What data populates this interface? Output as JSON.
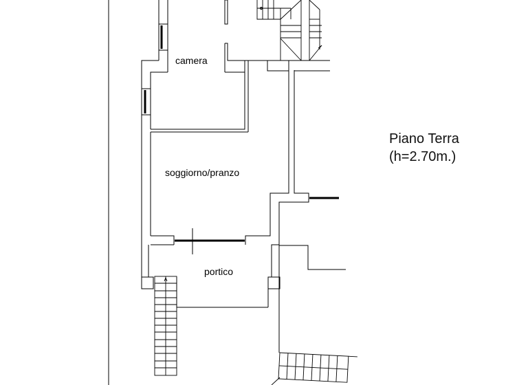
{
  "plan": {
    "title": "Piano Terra",
    "height_note": "(h=2.70m.)",
    "rooms": [
      {
        "id": "camera",
        "label": "camera"
      },
      {
        "id": "soggiorno",
        "label": "soggiorno/pranzo"
      },
      {
        "id": "portico",
        "label": "portico"
      }
    ]
  }
}
